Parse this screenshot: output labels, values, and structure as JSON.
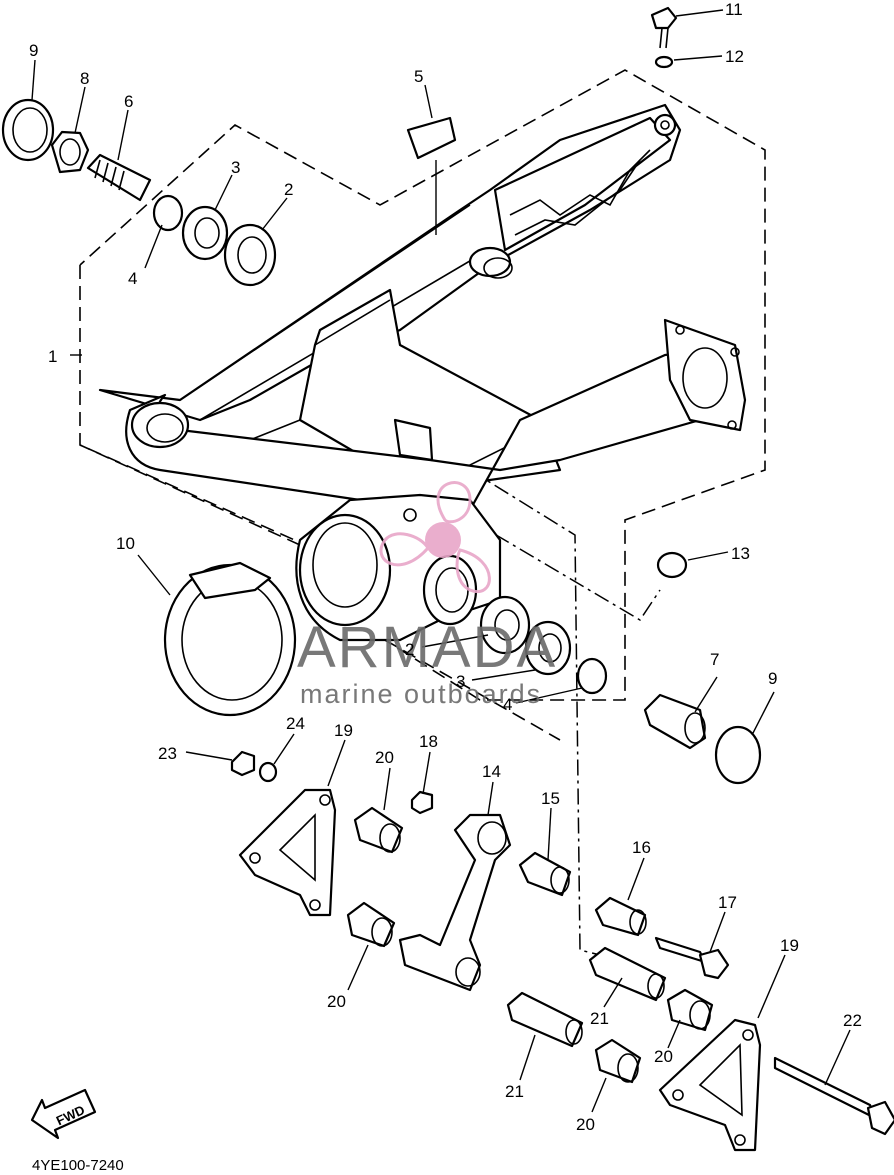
{
  "diagram": {
    "code": "4YE100-7240",
    "fwd_label": "FWD"
  },
  "watermark": {
    "brand": "ARMADA",
    "tagline": "marine outboards",
    "logo_color": "#e8a6c8"
  },
  "callouts": {
    "n1": "1",
    "n2a": "2",
    "n2b": "2",
    "n3a": "3",
    "n3b": "3",
    "n4a": "4",
    "n4b": "4",
    "n5": "5",
    "n6": "6",
    "n7": "7",
    "n8": "8",
    "n9a": "9",
    "n9b": "9",
    "n10": "10",
    "n11": "11",
    "n12": "12",
    "n13": "13",
    "n14": "14",
    "n15": "15",
    "n16": "16",
    "n17": "17",
    "n18": "18",
    "n19a": "19",
    "n19b": "19",
    "n20a": "20",
    "n20b": "20",
    "n20c": "20",
    "n20d": "20",
    "n21a": "21",
    "n21b": "21",
    "n22": "22",
    "n23": "23",
    "n24": "24"
  }
}
